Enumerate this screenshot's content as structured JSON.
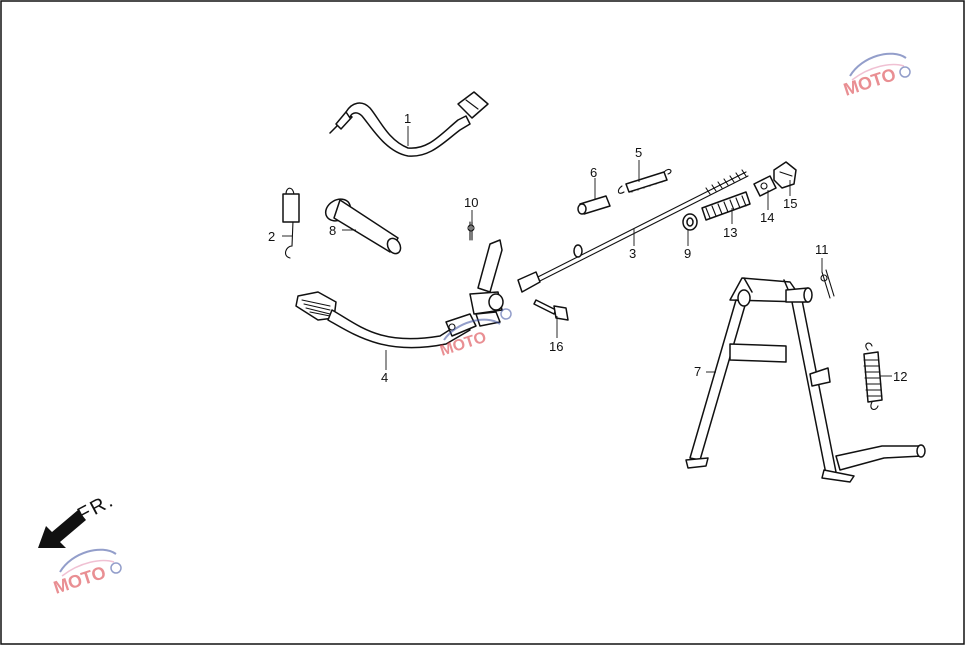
{
  "diagram": {
    "direction_label": "FR.",
    "watermark_text": "MOTO",
    "colors": {
      "ink": "#111111",
      "watermark_blue": "#3b4fa0",
      "watermark_red": "#d8343b",
      "watermark_pink": "#e58fb0"
    },
    "callouts": [
      {
        "id": "1",
        "label": "1"
      },
      {
        "id": "2",
        "label": "2"
      },
      {
        "id": "3",
        "label": "3"
      },
      {
        "id": "4",
        "label": "4"
      },
      {
        "id": "5",
        "label": "5"
      },
      {
        "id": "6",
        "label": "6"
      },
      {
        "id": "7",
        "label": "7"
      },
      {
        "id": "8",
        "label": "8"
      },
      {
        "id": "9",
        "label": "9"
      },
      {
        "id": "10",
        "label": "10"
      },
      {
        "id": "11",
        "label": "11"
      },
      {
        "id": "12",
        "label": "12"
      },
      {
        "id": "13",
        "label": "13"
      },
      {
        "id": "14",
        "label": "14"
      },
      {
        "id": "15",
        "label": "15"
      },
      {
        "id": "16",
        "label": "16"
      }
    ]
  }
}
